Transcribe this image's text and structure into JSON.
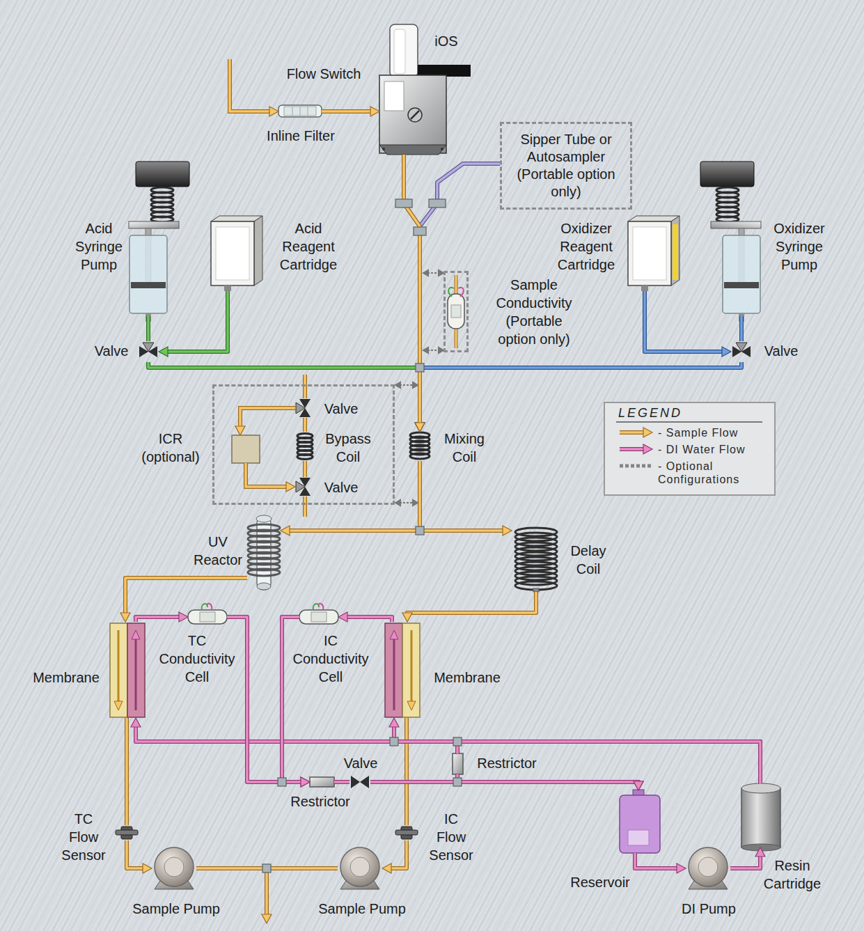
{
  "diagram": {
    "nodes": [
      {
        "text": [
          "iOS",
          "Flow Switch"
        ]
      },
      {
        "text": [
          "Inline Filter"
        ]
      },
      {
        "text": [
          "Sipper Tube or Autosampler (Portable option only)"
        ]
      },
      {
        "text": [
          "Acid Syringe Pump"
        ]
      },
      {
        "text": [
          "Acid Reagent Cartridge"
        ]
      },
      {
        "text": [
          "Oxidizer Reagent Cartridge"
        ]
      },
      {
        "text": [
          "Oxidizer Syringe Pump"
        ]
      },
      {
        "text": [
          "Sample Conductivity (Portable option only)"
        ]
      },
      {
        "text": [
          "Valve"
        ]
      },
      {
        "text": [
          "Valve"
        ]
      },
      {
        "text": [
          "ICR (optional)"
        ]
      },
      {
        "text": [
          "Valve"
        ],
        "in": 10
      },
      {
        "text": [
          "Bypass Coil"
        ],
        "in": 10
      },
      {
        "text": [
          "Valve"
        ],
        "in": 10
      },
      {
        "text": [
          "Mixing Coil"
        ]
      },
      {
        "text": [
          "UV Reactor"
        ]
      },
      {
        "text": [
          "Delay Coil"
        ]
      },
      {
        "text": [
          "TC Conductivity Cell"
        ]
      },
      {
        "text": [
          "IC Conductivity Cell"
        ]
      },
      {
        "text": [
          "Membrane"
        ]
      },
      {
        "text": [
          "Membrane"
        ]
      },
      {
        "text": [
          "Valve"
        ]
      },
      {
        "text": [
          "Restrictor"
        ]
      },
      {
        "text": [
          "Restrictor"
        ]
      },
      {
        "text": [
          "TC Flow Sensor"
        ]
      },
      {
        "text": [
          "IC Flow Sensor"
        ]
      },
      {
        "text": [
          "Reservoir"
        ]
      },
      {
        "text": [
          "Resin Cartridge"
        ]
      },
      {
        "text": [
          "Sample Pump"
        ]
      },
      {
        "text": [
          "Sample Pump"
        ]
      },
      {
        "text": [
          "DI Pump"
        ]
      }
    ],
    "edges": [
      {
        "from": 1,
        "to": 0,
        "arrow": "to"
      },
      {
        "from": 4,
        "to": 8,
        "arrow": "to"
      },
      {
        "from": 3,
        "to": 8,
        "arrow": "none"
      },
      {
        "from": 8,
        "to": 14,
        "arrow": "to"
      },
      {
        "from": 5,
        "to": 9,
        "arrow": "to"
      },
      {
        "from": 6,
        "to": 9,
        "arrow": "none"
      },
      {
        "from": 9,
        "to": 14,
        "arrow": "to"
      },
      {
        "from": 2,
        "to": 14,
        "arrow": "to"
      },
      {
        "from": 0,
        "to": 14,
        "arrow": "to"
      },
      {
        "from": 11,
        "to": 12,
        "arrow": "none"
      },
      {
        "from": 12,
        "to": 13,
        "arrow": "none"
      },
      {
        "from": 14,
        "to": 15,
        "arrow": "to"
      },
      {
        "from": 14,
        "to": 16,
        "arrow": "to"
      },
      {
        "from": 15,
        "to": 19,
        "arrow": "to"
      },
      {
        "from": 16,
        "to": 20,
        "arrow": "to"
      },
      {
        "from": 19,
        "to": 24,
        "arrow": "none"
      },
      {
        "from": 24,
        "to": 28,
        "arrow": "to"
      },
      {
        "from": 20,
        "to": 25,
        "arrow": "none"
      },
      {
        "from": 25,
        "to": 29,
        "arrow": "to"
      },
      {
        "from": 26,
        "to": 30,
        "arrow": "to"
      },
      {
        "from": 30,
        "to": 27,
        "arrow": "to"
      },
      {
        "from": 27,
        "to": 19,
        "arrow": "to"
      },
      {
        "from": 27,
        "to": 20,
        "arrow": "to"
      },
      {
        "from": 27,
        "to": 22,
        "arrow": "none"
      },
      {
        "from": 19,
        "to": 17,
        "arrow": "to"
      },
      {
        "from": 20,
        "to": 18,
        "arrow": "to"
      },
      {
        "from": 17,
        "to": 23,
        "arrow": "to"
      },
      {
        "from": 18,
        "to": 23,
        "arrow": "to"
      },
      {
        "from": 23,
        "to": 21,
        "arrow": "none"
      },
      {
        "from": 21,
        "to": 26,
        "arrow": "to"
      },
      {
        "from": 22,
        "to": 26,
        "arrow": "to"
      }
    ],
    "labels": [
      "LEGEND"
    ],
    "legend": [
      {
        "text": "- Sample Flow"
      },
      {
        "text": "- DI Water Flow"
      },
      {
        "text": "- Optional Configurations"
      }
    ]
  }
}
